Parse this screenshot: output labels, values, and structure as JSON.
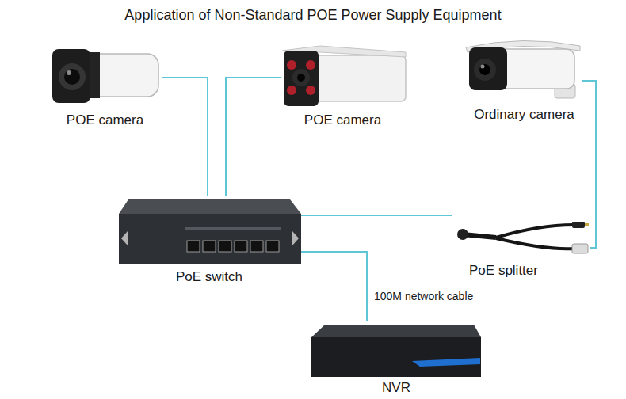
{
  "diagram": {
    "title": "Application of Non-Standard POE Power Supply Equipment",
    "nodes": [
      {
        "text": [
          "POE camera"
        ]
      },
      {
        "text": [
          "POE camera"
        ]
      },
      {
        "text": [
          "Ordinary camera"
        ]
      },
      {
        "text": [
          "PoE switch"
        ]
      },
      {
        "text": [
          "PoE splitter"
        ]
      },
      {
        "text": [
          "NVR"
        ]
      }
    ],
    "edges": [
      {
        "from": 3,
        "to": 0,
        "arrow": "none"
      },
      {
        "from": 3,
        "to": 1,
        "arrow": "none"
      },
      {
        "from": 3,
        "to": 4,
        "arrow": "none"
      },
      {
        "from": 4,
        "to": 2,
        "arrow": "none"
      },
      {
        "from": 3,
        "to": 5,
        "arrow": "none",
        "label": "100M network cable"
      }
    ]
  }
}
